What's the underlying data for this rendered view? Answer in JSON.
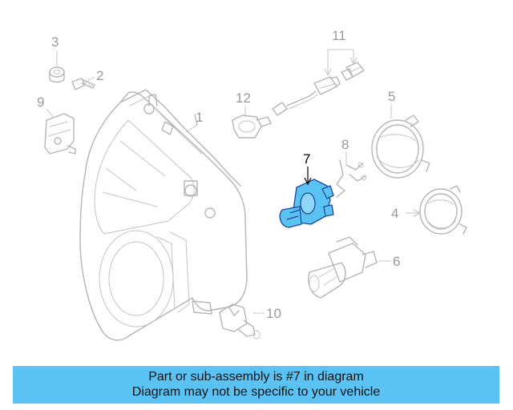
{
  "parts": {
    "p1": "1",
    "p2": "2",
    "p3": "3",
    "p4": "4",
    "p5": "5",
    "p6": "6",
    "p7": "7",
    "p8": "8",
    "p9": "9",
    "p10": "10",
    "p11": "11",
    "p12": "12"
  },
  "highlight_color": "#5bc2f4",
  "banner": {
    "line1": "Part or sub-assembly is #7 in diagram",
    "line2": "Diagram may not be specific to your vehicle"
  }
}
